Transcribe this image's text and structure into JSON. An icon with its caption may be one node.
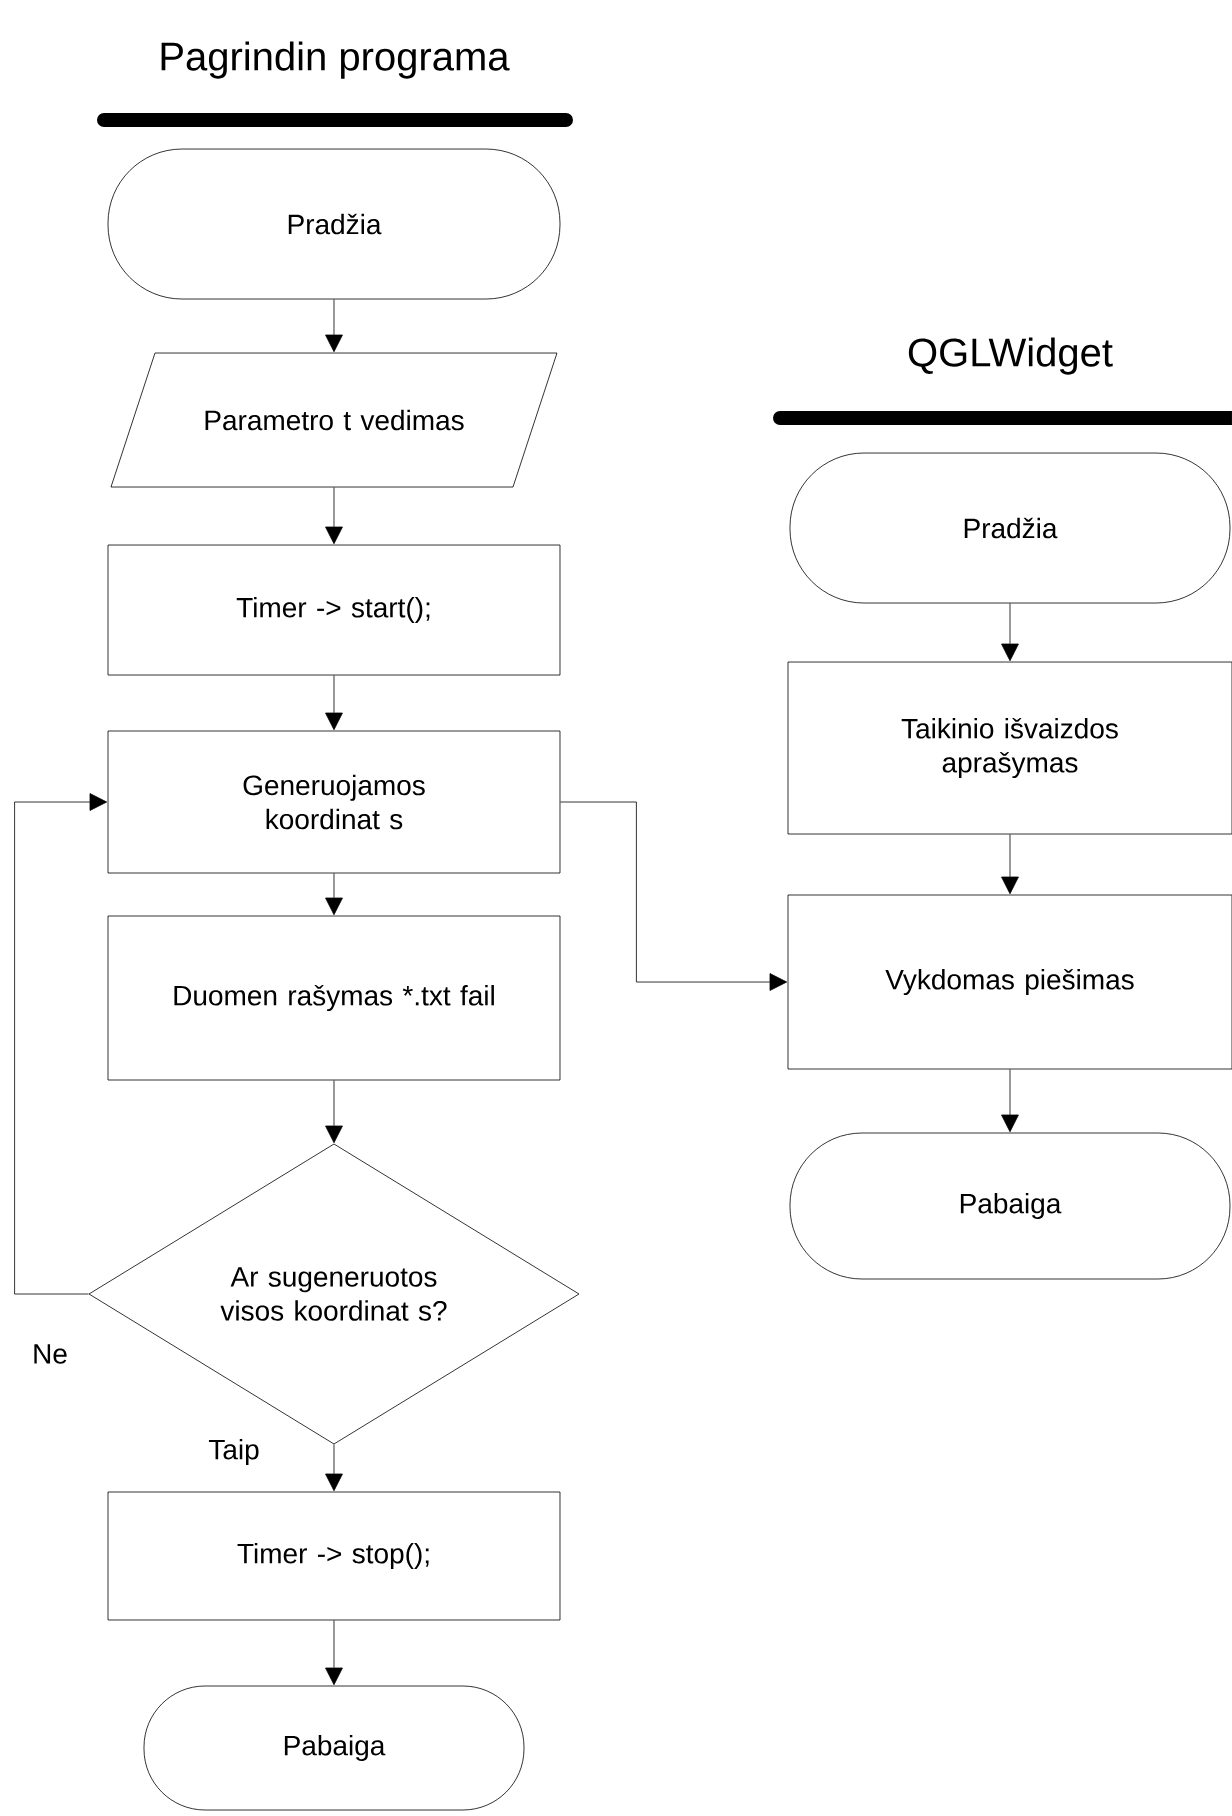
{
  "diagram": {
    "nodes": [
      {
        "text": [
          "Pradžia"
        ]
      },
      {
        "text": [
          "Parametro t vedimas"
        ]
      },
      {
        "text": [
          "Timer -> start();"
        ]
      },
      {
        "text": [
          "Generuojamos koordinat s"
        ]
      },
      {
        "text": [
          "Duomen rašymas *.txt fail"
        ]
      },
      {
        "text": [
          "Ar sugeneruotos visos koordinat s?"
        ]
      },
      {
        "text": [
          "Timer -> stop();"
        ]
      },
      {
        "text": [
          "Pabaiga"
        ]
      },
      {
        "text": [
          "Pradžia"
        ]
      },
      {
        "text": [
          "Taikinio išvaizdos aprašymas"
        ]
      },
      {
        "text": [
          "Vykdomas piešimas"
        ]
      },
      {
        "text": [
          "Pabaiga"
        ]
      }
    ],
    "edges": [
      {
        "from": 0,
        "to": 1,
        "arrow": "to"
      },
      {
        "from": 1,
        "to": 2,
        "arrow": "to"
      },
      {
        "from": 2,
        "to": 3,
        "arrow": "to"
      },
      {
        "from": 3,
        "to": 4,
        "arrow": "to"
      },
      {
        "from": 4,
        "to": 5,
        "arrow": "to"
      },
      {
        "from": 5,
        "to": 3,
        "arrow": "to",
        "label": "Ne"
      },
      {
        "from": 5,
        "to": 6,
        "arrow": "to",
        "label": "Taip"
      },
      {
        "from": 6,
        "to": 7,
        "arrow": "to"
      },
      {
        "from": 3,
        "to": 10,
        "arrow": "to"
      },
      {
        "from": 8,
        "to": 9,
        "arrow": "to"
      },
      {
        "from": 9,
        "to": 10,
        "arrow": "to"
      },
      {
        "from": 10,
        "to": 11,
        "arrow": "to"
      }
    ],
    "labels": [
      "Pagrindin programa",
      "QGLWidget"
    ]
  }
}
